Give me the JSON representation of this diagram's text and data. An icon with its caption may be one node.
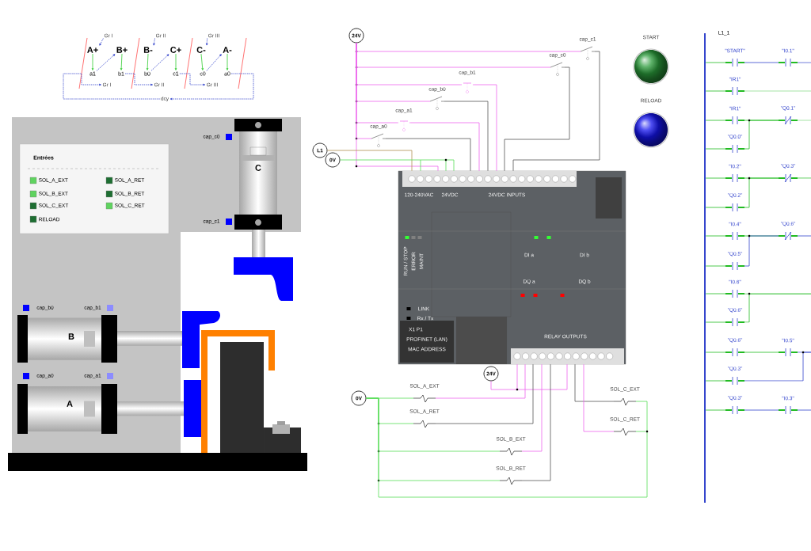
{
  "diagram": {
    "nodes": [
      {
        "text": [
          "Gr I"
        ]
      },
      {
        "text": [
          "A+"
        ]
      },
      {
        "text": [
          "B+"
        ]
      },
      {
        "text": [
          "a1"
        ]
      },
      {
        "text": [
          "b1"
        ]
      },
      {
        "text": [
          "Gr I"
        ]
      },
      {
        "text": [
          "Gr II"
        ]
      },
      {
        "text": [
          "B-"
        ]
      },
      {
        "text": [
          "C+"
        ]
      },
      {
        "text": [
          "b0"
        ]
      },
      {
        "text": [
          "c1"
        ]
      },
      {
        "text": [
          "Gr II"
        ]
      },
      {
        "text": [
          "Gr III"
        ]
      },
      {
        "text": [
          "C-"
        ]
      },
      {
        "text": [
          "A-"
        ]
      },
      {
        "text": [
          "c0"
        ]
      },
      {
        "text": [
          "a0"
        ]
      },
      {
        "text": [
          "Gr III"
        ]
      },
      {
        "text": [
          "dcy"
        ]
      },
      {
        "text": [
          "24V"
        ]
      },
      {
        "text": [
          "L1"
        ]
      },
      {
        "text": [
          "0V"
        ]
      },
      {
        "text": [
          "cap_c1"
        ]
      },
      {
        "text": [
          "cap_c0"
        ]
      },
      {
        "text": [
          "cap_b1"
        ]
      },
      {
        "text": [
          "cap_b0"
        ]
      },
      {
        "text": [
          "cap_a1"
        ]
      },
      {
        "text": [
          "cap_a0"
        ]
      },
      {
        "text": [],
        "shape": "picture"
      },
      {
        "text": [
          "24V"
        ]
      },
      {
        "text": [
          "0V"
        ]
      },
      {
        "text": [
          "SOL_A_EXT"
        ]
      },
      {
        "text": [
          "SOL_A_RET"
        ]
      },
      {
        "text": [
          "SOL_B_EXT"
        ]
      },
      {
        "text": [
          "SOL_B_RET"
        ]
      },
      {
        "text": [
          "SOL_C_EXT"
        ]
      },
      {
        "text": [
          "SOL_C_RET"
        ]
      },
      {
        "text": [
          "START"
        ]
      },
      {
        "text": [
          "RELOAD"
        ]
      },
      {
        "text": [],
        "shape": "bar"
      },
      {
        "text": [
          "\"START\""
        ]
      },
      {
        "text": [
          "\"I0.1\""
        ]
      },
      {
        "text": [
          "\"IR1\""
        ]
      },
      {
        "text": [
          "\"IR1\""
        ]
      },
      {
        "text": [
          "\"Q0.1\""
        ]
      },
      {
        "text": [
          "\"Q0.0\""
        ]
      },
      {
        "text": [
          "\"I0.2\""
        ]
      },
      {
        "text": [
          "\"Q0.3\""
        ]
      },
      {
        "text": [
          "\"Q0.2\""
        ]
      },
      {
        "text": [
          "\"I0.4\""
        ]
      },
      {
        "text": [
          "\"Q0.6\""
        ]
      },
      {
        "text": [
          "\"Q0.5\""
        ]
      },
      {
        "text": [
          "\"I0.6\""
        ]
      },
      {
        "text": [
          "\"Q0.6\""
        ]
      },
      {
        "text": [
          "\"Q0.6\""
        ]
      },
      {
        "text": [
          "\"I0.5\""
        ]
      },
      {
        "text": [
          "\"Q0.3\""
        ]
      },
      {
        "text": [
          "\"Q0.3\""
        ]
      },
      {
        "text": [
          "\"I0.3\""
        ]
      }
    ],
    "edges": [
      {
        "from": 1,
        "to": 3,
        "arrow": "to",
        "color": "#33cc33"
      },
      {
        "from": 2,
        "to": 4,
        "arrow": "to",
        "color": "#33cc33"
      },
      {
        "from": 7,
        "to": 9,
        "arrow": "to",
        "color": "#33cc33"
      },
      {
        "from": 8,
        "to": 10,
        "arrow": "to",
        "color": "#33cc33"
      },
      {
        "from": 13,
        "to": 15,
        "arrow": "to",
        "color": "#33cc33"
      },
      {
        "from": 14,
        "to": 16,
        "arrow": "to",
        "color": "#33cc33"
      },
      {
        "from": 3,
        "to": 2,
        "arrow": "to",
        "style": "dashed",
        "color": "#3344cc"
      },
      {
        "from": 9,
        "to": 8,
        "arrow": "to",
        "style": "dashed",
        "color": "#3344cc"
      },
      {
        "from": 15,
        "to": 14,
        "arrow": "to",
        "style": "dashed",
        "color": "#3344cc"
      },
      {
        "from": 0,
        "to": 1,
        "arrow": "to",
        "style": "dashed",
        "color": "#3344cc"
      },
      {
        "from": 6,
        "to": 7,
        "arrow": "to",
        "style": "dashed",
        "color": "#3344cc"
      },
      {
        "from": 12,
        "to": 13,
        "arrow": "to",
        "style": "dashed",
        "color": "#3344cc"
      },
      {
        "from": 4,
        "to": 11,
        "arrow": "to",
        "style": "dashed",
        "color": "#3344cc"
      },
      {
        "from": 10,
        "to": 17,
        "arrow": "to",
        "style": "dashed",
        "color": "#3344cc"
      },
      {
        "from": 16,
        "to": 18,
        "arrow": "to",
        "style": "dashed",
        "color": "#3344cc"
      },
      {
        "from": 18,
        "to": 5,
        "arrow": "to",
        "style": "dashed",
        "color": "#3344cc"
      },
      {
        "from": 19,
        "to": 22,
        "arrow": "none",
        "color": "#ee66ee"
      },
      {
        "from": 19,
        "to": 23,
        "arrow": "none",
        "color": "#ee66ee"
      },
      {
        "from": 19,
        "to": 24,
        "arrow": "none",
        "color": "#ee66ee"
      },
      {
        "from": 19,
        "to": 25,
        "arrow": "none",
        "color": "#ee66ee"
      },
      {
        "from": 19,
        "to": 26,
        "arrow": "none",
        "color": "#ee66ee"
      },
      {
        "from": 19,
        "to": 27,
        "arrow": "none",
        "color": "#ee66ee"
      },
      {
        "from": 22,
        "to": 28,
        "arrow": "none",
        "color": "#555555"
      },
      {
        "from": 23,
        "to": 28,
        "arrow": "none",
        "color": "#555555"
      },
      {
        "from": 24,
        "to": 28,
        "arrow": "none",
        "color": "#ee66ee"
      },
      {
        "from": 25,
        "to": 28,
        "arrow": "none",
        "color": "#555555"
      },
      {
        "from": 26,
        "to": 28,
        "arrow": "none",
        "color": "#ee66ee"
      },
      {
        "from": 27,
        "to": 28,
        "arrow": "none",
        "color": "#555555"
      },
      {
        "from": 19,
        "to": 28,
        "arrow": "none",
        "color": "#ee66ee"
      },
      {
        "from": 20,
        "to": 28,
        "arrow": "none",
        "color": "#b09050"
      },
      {
        "from": 21,
        "to": 28,
        "arrow": "none",
        "color": "#55dd55"
      },
      {
        "from": 29,
        "to": 28,
        "arrow": "none",
        "color": "#ee66ee"
      },
      {
        "from": 28,
        "to": 31,
        "arrow": "none",
        "color": "#ee66ee"
      },
      {
        "from": 28,
        "to": 32,
        "arrow": "none",
        "color": "#555555"
      },
      {
        "from": 28,
        "to": 33,
        "arrow": "none",
        "color": "#ee66ee"
      },
      {
        "from": 28,
        "to": 34,
        "arrow": "none",
        "color": "#555555"
      },
      {
        "from": 28,
        "to": 35,
        "arrow": "none",
        "color": "#555555"
      },
      {
        "from": 28,
        "to": 36,
        "arrow": "none",
        "color": "#ee66ee"
      },
      {
        "from": 30,
        "to": 31,
        "arrow": "none",
        "color": "#55dd55"
      },
      {
        "from": 30,
        "to": 32,
        "arrow": "none",
        "color": "#55dd55"
      },
      {
        "from": 30,
        "to": 33,
        "arrow": "none",
        "color": "#55dd55"
      },
      {
        "from": 30,
        "to": 34,
        "arrow": "none",
        "color": "#55dd55"
      },
      {
        "from": 30,
        "to": 35,
        "arrow": "none",
        "color": "#55dd55"
      },
      {
        "from": 30,
        "to": 36,
        "arrow": "none",
        "color": "#55dd55"
      },
      {
        "from": 39,
        "to": 40,
        "arrow": "none",
        "color": "#22bb22"
      },
      {
        "from": 40,
        "to": 41,
        "arrow": "none",
        "color": "#3344cc"
      },
      {
        "from": 41,
        "to": null,
        "arrow": "none",
        "color": "#3344cc"
      },
      {
        "from": 39,
        "to": 42,
        "arrow": "none",
        "color": "#22bb22"
      },
      {
        "from": 42,
        "to": null,
        "arrow": "none",
        "color": "#22bb22"
      },
      {
        "from": 39,
        "to": 43,
        "arrow": "none",
        "color": "#22bb22"
      },
      {
        "from": 43,
        "to": 44,
        "arrow": "none",
        "color": "#22bb22"
      },
      {
        "from": 44,
        "to": null,
        "arrow": "none",
        "color": "#22bb22"
      },
      {
        "from": 39,
        "to": 45,
        "arrow": "none",
        "color": "#22bb22"
      },
      {
        "from": 45,
        "to": 44,
        "arrow": "none",
        "color": "#22bb22"
      },
      {
        "from": 39,
        "to": 46,
        "arrow": "none",
        "color": "#22bb22"
      },
      {
        "from": 46,
        "to": 47,
        "arrow": "none",
        "color": "#22bb22"
      },
      {
        "from": 47,
        "to": null,
        "arrow": "none",
        "color": "#22bb22"
      },
      {
        "from": 39,
        "to": 48,
        "arrow": "none",
        "color": "#22bb22"
      },
      {
        "from": 48,
        "to": 47,
        "arrow": "none",
        "color": "#22bb22"
      },
      {
        "from": 39,
        "to": 49,
        "arrow": "none",
        "color": "#22bb22"
      },
      {
        "from": 49,
        "to": 50,
        "arrow": "none",
        "color": "#22bb22"
      },
      {
        "from": 50,
        "to": null,
        "arrow": "none",
        "color": "#3344cc"
      },
      {
        "from": 39,
        "to": 51,
        "arrow": "none",
        "color": "#22bb22"
      },
      {
        "from": 51,
        "to": 50,
        "arrow": "none",
        "color": "#3344cc"
      },
      {
        "from": 39,
        "to": 52,
        "arrow": "none",
        "color": "#22bb22"
      },
      {
        "from": 52,
        "to": null,
        "arrow": "none",
        "color": "#22bb22"
      },
      {
        "from": 39,
        "to": 53,
        "arrow": "none",
        "color": "#22bb22"
      },
      {
        "from": 53,
        "to": null,
        "arrow": "none",
        "color": "#22bb22"
      },
      {
        "from": 39,
        "to": 54,
        "arrow": "none",
        "color": "#22bb22"
      },
      {
        "from": 54,
        "to": 55,
        "arrow": "none",
        "color": "#22bb22"
      },
      {
        "from": 55,
        "to": null,
        "arrow": "none",
        "color": "#3344cc"
      },
      {
        "from": 39,
        "to": 56,
        "arrow": "none",
        "color": "#22bb22"
      },
      {
        "from": 56,
        "to": null,
        "arrow": "none",
        "color": "#3344cc"
      },
      {
        "from": 39,
        "to": 57,
        "arrow": "none",
        "color": "#22bb22"
      },
      {
        "from": 57,
        "to": 58,
        "arrow": "none",
        "color": "#3344cc"
      },
      {
        "from": 58,
        "to": null,
        "arrow": "none",
        "color": "#3344cc"
      }
    ],
    "labels": [
      "Entrées",
      "cap_c0",
      "C",
      "cap_c1",
      "cap_b0",
      "cap_b1",
      "B",
      "cap_a0",
      "cap_a1",
      "A",
      "120-240VAC",
      "24VDC",
      "24VDC INPUTS",
      "DI a",
      "DI b",
      "RUN / STOP",
      "ERROR",
      "MAINT",
      "DQ a",
      "DQ b",
      "LINK",
      "Rx / Tx",
      "X1 P1",
      "PROFINET (LAN)",
      "MAC ADDRESS",
      "RELAY OUTPUTS",
      "L1_1"
    ],
    "legend": [
      {
        "text": "SOL_A_EXT",
        "color": "#5fd35f"
      },
      {
        "text": "SOL_B_EXT",
        "color": "#5fd35f"
      },
      {
        "text": "SOL_C_EXT",
        "color": "#1e6e32"
      },
      {
        "text": "RELOAD",
        "color": "#1e6e32"
      },
      {
        "text": "SOL_A_RET",
        "color": "#1e6e32"
      },
      {
        "text": "SOL_B_RET",
        "color": "#1e6e32"
      },
      {
        "text": "SOL_C_RET",
        "color": "#5fd35f"
      }
    ]
  }
}
